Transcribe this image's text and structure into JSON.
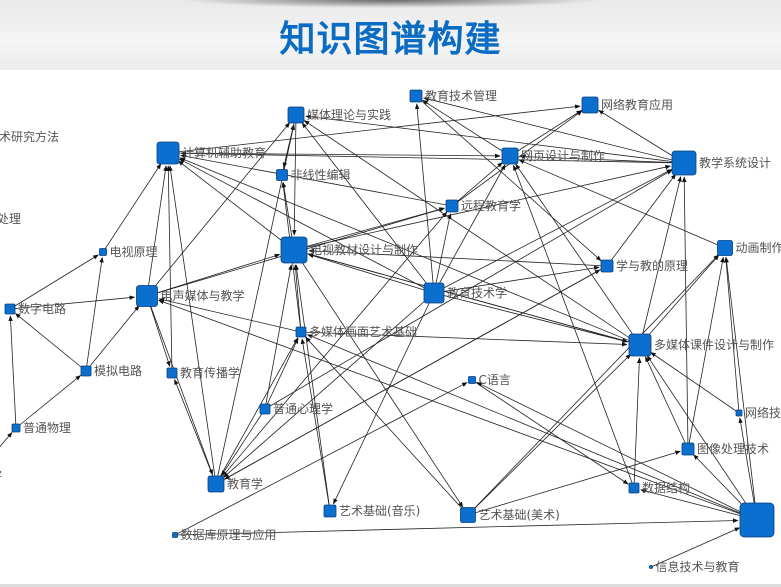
{
  "header": {
    "title": "知识图谱构建"
  },
  "colors": {
    "title": "#0a6cc3",
    "node": "#0b6fd0",
    "edge": "#222222"
  },
  "graph": {
    "nodes": [
      {
        "id": 0,
        "label": "教育技术研究方法"
      },
      {
        "id": 1,
        "label": "信息处理"
      },
      {
        "id": 2,
        "label": "计算机辅助教育"
      },
      {
        "id": 3,
        "label": "媒体理论与实践"
      },
      {
        "id": 4,
        "label": "教育技术管理"
      },
      {
        "id": 5,
        "label": "网络教育应用"
      },
      {
        "id": 6,
        "label": "网页设计与制作"
      },
      {
        "id": 7,
        "label": "教学系统设计"
      },
      {
        "id": 8,
        "label": "非线性编辑"
      },
      {
        "id": 9,
        "label": "远程教育学"
      },
      {
        "id": 10,
        "label": "电视教材设计与制作"
      },
      {
        "id": 11,
        "label": "电视原理"
      },
      {
        "id": 12,
        "label": "动画制作"
      },
      {
        "id": 13,
        "label": "学与教的原理"
      },
      {
        "id": 14,
        "label": "电声媒体与教学"
      },
      {
        "id": 15,
        "label": "教育技术学"
      },
      {
        "id": 16,
        "label": "数字电路"
      },
      {
        "id": 17,
        "label": "多媒体画面艺术基础"
      },
      {
        "id": 18,
        "label": "多媒体课件设计与制作"
      },
      {
        "id": 19,
        "label": "模拟电路"
      },
      {
        "id": 20,
        "label": "教育传播学"
      },
      {
        "id": 21,
        "label": "C语言"
      },
      {
        "id": 22,
        "label": "普通心理学"
      },
      {
        "id": 23,
        "label": "网络技术"
      },
      {
        "id": 24,
        "label": "普通物理"
      },
      {
        "id": 25,
        "label": "图像处理技术"
      },
      {
        "id": 26,
        "label": "教育学"
      },
      {
        "id": 27,
        "label": "数据结构"
      },
      {
        "id": 28,
        "label": "艺术基础(音乐)"
      },
      {
        "id": 29,
        "label": "艺术基础(美术)"
      },
      {
        "id": 30,
        "label": ""
      },
      {
        "id": 31,
        "label": "数据库原理与应用"
      },
      {
        "id": 32,
        "label": "信息技术与教育"
      },
      {
        "id": 33,
        "label": "数学"
      }
    ],
    "edges": [
      [
        11,
        2
      ],
      [
        14,
        2
      ],
      [
        20,
        2
      ],
      [
        26,
        2
      ],
      [
        10,
        2
      ],
      [
        15,
        2
      ],
      [
        7,
        2
      ],
      [
        18,
        2
      ],
      [
        9,
        2
      ],
      [
        16,
        11
      ],
      [
        19,
        11
      ],
      [
        16,
        14
      ],
      [
        19,
        14
      ],
      [
        24,
        16
      ],
      [
        19,
        16
      ],
      [
        24,
        19
      ],
      [
        33,
        24
      ],
      [
        14,
        3
      ],
      [
        8,
        3
      ],
      [
        15,
        3
      ],
      [
        18,
        3
      ],
      [
        26,
        3
      ],
      [
        7,
        3
      ],
      [
        15,
        4
      ],
      [
        6,
        4
      ],
      [
        7,
        4
      ],
      [
        6,
        5
      ],
      [
        7,
        5
      ],
      [
        9,
        5
      ],
      [
        2,
        5
      ],
      [
        15,
        6
      ],
      [
        9,
        6
      ],
      [
        7,
        6
      ],
      [
        12,
        6
      ],
      [
        27,
        6
      ],
      [
        2,
        6
      ],
      [
        18,
        6
      ],
      [
        15,
        7
      ],
      [
        18,
        7
      ],
      [
        13,
        7
      ],
      [
        10,
        7
      ],
      [
        22,
        7
      ],
      [
        3,
        8
      ],
      [
        17,
        8
      ],
      [
        10,
        8
      ],
      [
        15,
        9
      ],
      [
        26,
        9
      ],
      [
        14,
        9
      ],
      [
        10,
        9
      ],
      [
        14,
        10
      ],
      [
        17,
        10
      ],
      [
        15,
        10
      ],
      [
        18,
        10
      ],
      [
        3,
        10
      ],
      [
        22,
        10
      ],
      [
        28,
        10
      ],
      [
        13,
        10
      ],
      [
        15,
        13
      ],
      [
        26,
        13
      ],
      [
        4,
        13
      ],
      [
        18,
        12
      ],
      [
        25,
        12
      ],
      [
        29,
        12
      ],
      [
        15,
        18
      ],
      [
        30,
        18
      ],
      [
        27,
        18
      ],
      [
        25,
        18
      ],
      [
        17,
        18
      ],
      [
        29,
        18
      ],
      [
        10,
        18
      ],
      [
        23,
        18
      ],
      [
        30,
        25
      ],
      [
        29,
        25
      ],
      [
        30,
        23
      ],
      [
        30,
        27
      ],
      [
        21,
        27
      ],
      [
        30,
        21
      ],
      [
        31,
        21
      ],
      [
        22,
        17
      ],
      [
        26,
        17
      ],
      [
        28,
        17
      ],
      [
        30,
        17
      ],
      [
        29,
        17
      ],
      [
        14,
        20
      ],
      [
        26,
        20
      ],
      [
        14,
        26
      ],
      [
        22,
        26
      ],
      [
        15,
        26
      ],
      [
        15,
        28
      ],
      [
        10,
        29
      ],
      [
        13,
        26
      ],
      [
        30,
        14
      ],
      [
        31,
        30
      ],
      [
        32,
        30
      ],
      [
        30,
        12
      ],
      [
        25,
        7
      ],
      [
        23,
        12
      ],
      [
        17,
        14
      ]
    ]
  }
}
